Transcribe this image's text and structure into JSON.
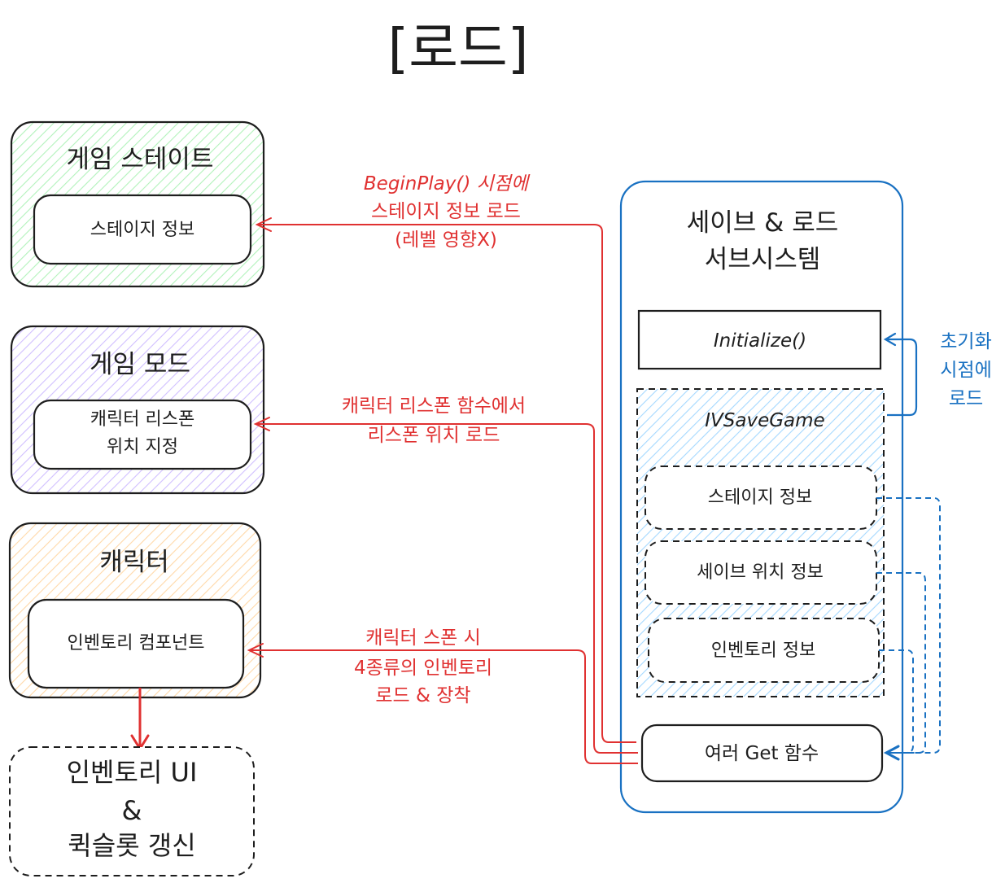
{
  "title": "[로드]",
  "game_state": {
    "title": "게임 스테이트",
    "inner": "스테이지 정보"
  },
  "game_mode": {
    "title": "게임 모드",
    "inner_line1": "캐릭터 리스폰",
    "inner_line2": "위치 지정"
  },
  "character": {
    "title": "캐릭터",
    "inner": "인벤토리 컴포넌트"
  },
  "inventory_ui": {
    "line1": "인벤토리 UI",
    "line2": "&",
    "line3": "퀵슬롯 갱신"
  },
  "subsystem": {
    "title_line1": "세이브 & 로드",
    "title_line2": "서브시스템",
    "initialize": "Initialize()",
    "savegame": "IVSaveGame",
    "stage_info": "스테이지 정보",
    "save_location": "세이브 위치 정보",
    "inventory_info": "인벤토리 정보",
    "get_functions": "여러 Get 함수"
  },
  "annotations": {
    "stage_load": [
      "BeginPlay() 시점에",
      "스테이지 정보 로드",
      "(레벨 영향X)"
    ],
    "respawn_load": [
      "캐릭터 리스폰 함수에서",
      "리스폰 위치 로드"
    ],
    "inventory_load": [
      "캐릭터 스폰 시",
      "4종류의 인벤토리",
      "로드 & 장착"
    ],
    "init_load": [
      "초기화",
      "시점에",
      "로드"
    ]
  },
  "colors": {
    "ink": "#1e1e1e",
    "red": "#e03131",
    "blue": "#1971c2",
    "green_hatch": "#b2f2bb",
    "purple_hatch": "#d0bfff",
    "orange_hatch": "#ffd8a8",
    "blue_hatch": "#a5d8ff"
  }
}
